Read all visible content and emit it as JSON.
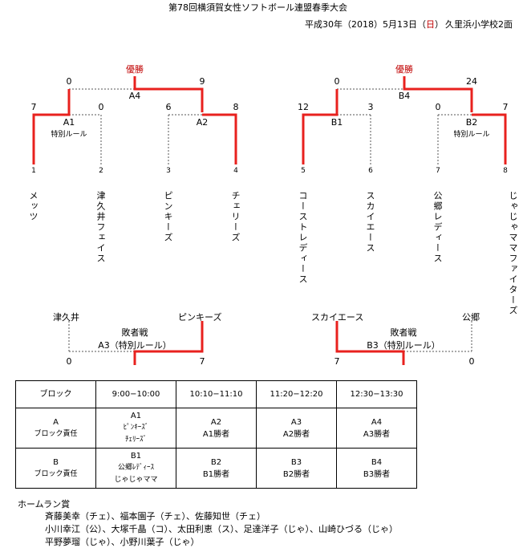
{
  "header": {
    "title": "第78回横須賀女性ソフトボール連盟春季大会",
    "date_prefix": "平成30年（2018）5月13日（",
    "date_day": "日",
    "date_suffix": "）",
    "venue": "久里浜小学校2面"
  },
  "bracket": {
    "win_label": "優勝",
    "left": {
      "final": {
        "code": "A4",
        "score_l": "0",
        "score_r": "9"
      },
      "semi_l": {
        "code": "A1",
        "note": "特別ルール",
        "score_l": "7",
        "score_r": "0"
      },
      "semi_r": {
        "code": "A2",
        "score_l": "6",
        "score_r": "8"
      },
      "seeds": [
        "1",
        "2",
        "3",
        "4"
      ],
      "teams": [
        "メッツ",
        "津久井フェイス",
        "ピンキーズ",
        "チェリーズ"
      ]
    },
    "right": {
      "final": {
        "code": "B4",
        "score_l": "0",
        "score_r": "24"
      },
      "semi_l": {
        "code": "B1",
        "score_l": "12",
        "score_r": "3"
      },
      "semi_r": {
        "code": "B2",
        "note": "特別ルール",
        "score_l": "0",
        "score_r": "7"
      },
      "seeds": [
        "5",
        "6",
        "7",
        "8"
      ],
      "teams": [
        "コーストレディース",
        "スカイエース",
        "公郷レディース",
        "じゃじゃママファイターズ"
      ]
    }
  },
  "consolation": {
    "left": {
      "team_l": "津久井",
      "team_r": "ピンキーズ",
      "title": "敗者戦",
      "code": "A3（特別ルール）",
      "score_l": "0",
      "score_r": "7"
    },
    "right": {
      "team_l": "スカイエース",
      "team_r": "公郷",
      "title": "敗者戦",
      "code": "B3（特別ルール）",
      "score_l": "7",
      "score_r": "0"
    }
  },
  "schedule": {
    "headers": [
      "ブロック",
      "9:00−10:00",
      "10:10−11:10",
      "11:20−12:20",
      "12:30−13:30"
    ],
    "rows": [
      {
        "block": "A",
        "block_sub": "ブロック責任",
        "cells": [
          {
            "code": "A1",
            "l1": "ﾋﾟﾝｷｰｽﾞ",
            "l2": "ﾁｪﾘｰｽﾞ"
          },
          {
            "code": "A2",
            "l1": "A1勝者",
            "l2": ""
          },
          {
            "code": "A3",
            "l1": "A2勝者",
            "l2": ""
          },
          {
            "code": "A4",
            "l1": "A3勝者",
            "l2": ""
          }
        ]
      },
      {
        "block": "B",
        "block_sub": "ブロック責任",
        "cells": [
          {
            "code": "B1",
            "l1": "公郷ﾚﾃﾞｨｰｽ",
            "l2": "じゃじゃママ"
          },
          {
            "code": "B2",
            "l1": "B1勝者",
            "l2": ""
          },
          {
            "code": "B3",
            "l1": "B2勝者",
            "l2": ""
          },
          {
            "code": "B4",
            "l1": "B3勝者",
            "l2": ""
          }
        ]
      }
    ]
  },
  "homerun": {
    "title": "ホームラン賞",
    "lines": [
      "斉藤美幸（チェ）、福本園子（チェ）、佐藤知世（チェ）",
      "小川幸江（公）、大塚千晶（コ）、太田利恵（ス）、足達洋子（じゃ）、山崎ひづる（じゃ）",
      "平野夢瑠（じゃ）、小野川葉子（じゃ）"
    ]
  },
  "colors": {
    "winner_line": "#e8211e",
    "loser_line": "#555555",
    "highlight_text": "#c00000"
  }
}
